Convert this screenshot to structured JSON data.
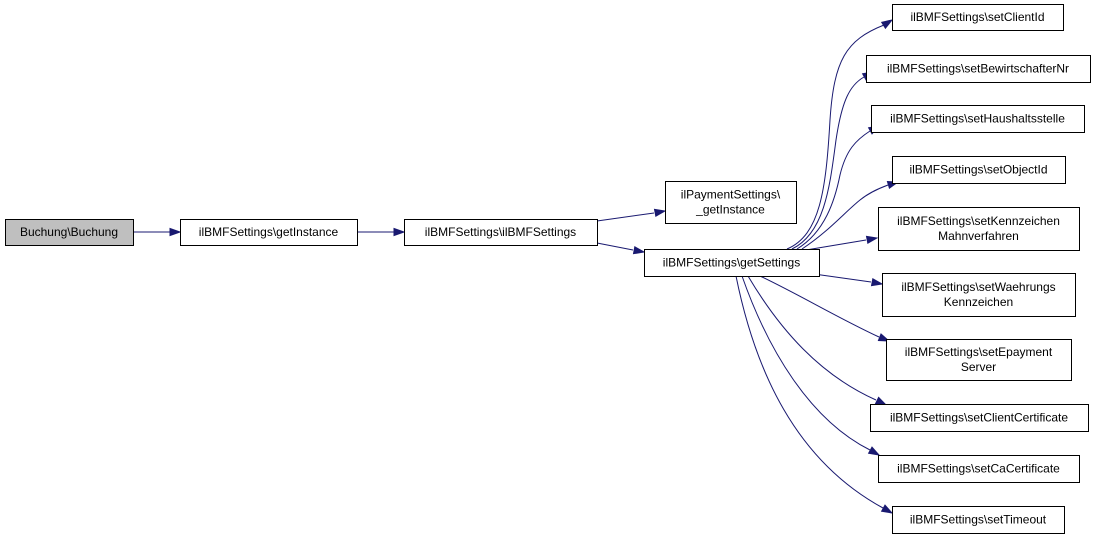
{
  "colors": {
    "edge": "#191970",
    "node_border": "#000000",
    "node_fill": "#ffffff",
    "root_fill": "#bfbfbf"
  },
  "nodes": {
    "buchung": {
      "lines": [
        "Buchung\\Buchung"
      ]
    },
    "get_instance": {
      "lines": [
        "ilBMFSettings\\getInstance"
      ]
    },
    "ctor": {
      "lines": [
        "ilBMFSettings\\ilBMFSettings"
      ]
    },
    "payment_get_instance": {
      "lines": [
        "ilPaymentSettings\\",
        "_getInstance"
      ]
    },
    "get_settings": {
      "lines": [
        "ilBMFSettings\\getSettings"
      ]
    },
    "set_client_id": {
      "lines": [
        "ilBMFSettings\\setClientId"
      ]
    },
    "set_bewirtschafter_nr": {
      "lines": [
        "ilBMFSettings\\setBewirtschafterNr"
      ]
    },
    "set_haushaltsstelle": {
      "lines": [
        "ilBMFSettings\\setHaushaltsstelle"
      ]
    },
    "set_object_id": {
      "lines": [
        "ilBMFSettings\\setObjectId"
      ]
    },
    "set_kennzeichen_mahnverfahren": {
      "lines": [
        "ilBMFSettings\\setKennzeichen",
        "Mahnverfahren"
      ]
    },
    "set_waehrungs_kennzeichen": {
      "lines": [
        "ilBMFSettings\\setWaehrungs",
        "Kennzeichen"
      ]
    },
    "set_epayment_server": {
      "lines": [
        "ilBMFSettings\\setEpayment",
        "Server"
      ]
    },
    "set_client_certificate": {
      "lines": [
        "ilBMFSettings\\setClientCertificate"
      ]
    },
    "set_ca_certificate": {
      "lines": [
        "ilBMFSettings\\setCaCertificate"
      ]
    },
    "set_timeout": {
      "lines": [
        "ilBMFSettings\\setTimeout"
      ]
    }
  },
  "edges": [
    {
      "from": "buchung",
      "to": "get_instance"
    },
    {
      "from": "get_instance",
      "to": "ctor"
    },
    {
      "from": "ctor",
      "to": "payment_get_instance"
    },
    {
      "from": "ctor",
      "to": "get_settings"
    },
    {
      "from": "get_settings",
      "to": "set_client_id"
    },
    {
      "from": "get_settings",
      "to": "set_bewirtschafter_nr"
    },
    {
      "from": "get_settings",
      "to": "set_haushaltsstelle"
    },
    {
      "from": "get_settings",
      "to": "set_object_id"
    },
    {
      "from": "get_settings",
      "to": "set_kennzeichen_mahnverfahren"
    },
    {
      "from": "get_settings",
      "to": "set_waehrungs_kennzeichen"
    },
    {
      "from": "get_settings",
      "to": "set_epayment_server"
    },
    {
      "from": "get_settings",
      "to": "set_client_certificate"
    },
    {
      "from": "get_settings",
      "to": "set_ca_certificate"
    },
    {
      "from": "get_settings",
      "to": "set_timeout"
    }
  ]
}
